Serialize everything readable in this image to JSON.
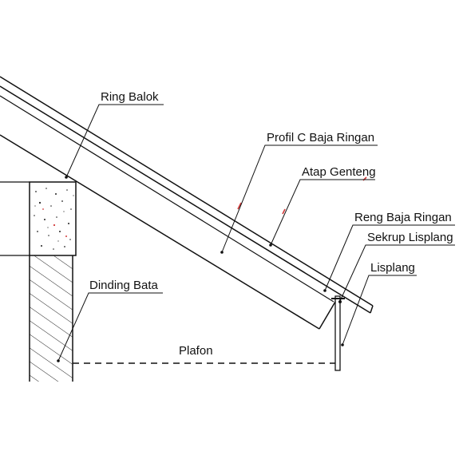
{
  "labels": {
    "ring_balok": "Ring Balok",
    "profil_c": "Profil C Baja Ringan",
    "atap_genteng": "Atap Genteng",
    "reng": "Reng Baja Ringan",
    "sekrup": "Sekrup Lisplang",
    "lisplang": "Lisplang",
    "dinding": "Dinding Bata",
    "plafon": "Plafon"
  },
  "colors": {
    "line": "#111111",
    "accent": "#d23a3a",
    "background": "#ffffff"
  }
}
